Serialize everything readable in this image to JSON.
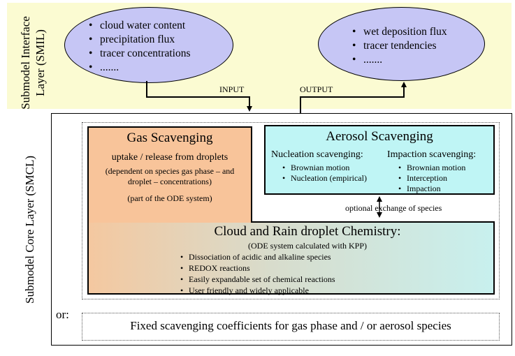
{
  "smil": {
    "label_line1": "Submodel Interface",
    "label_line2": "Layer (SMIL)",
    "input_items": [
      "cloud water content",
      "precipitation flux",
      "tracer concentrations",
      "......."
    ],
    "output_items": [
      "wet deposition flux",
      "tracer tendencies",
      "......."
    ],
    "input_label": "INPUT",
    "output_label": "OUTPUT"
  },
  "smcl": {
    "label": "Submodel Core Layer (SMCL)",
    "gas": {
      "title": "Gas Scavenging",
      "subtitle": "uptake / release from droplets",
      "detail_line1": "(dependent on species gas phase – and",
      "detail_line2": "droplet – concentrations)",
      "note": "(part of the ODE system)"
    },
    "aerosol": {
      "title": "Aerosol Scavenging",
      "nucleation_title": "Nucleation scavenging:",
      "nucleation_items": [
        "Brownian motion",
        "Nucleation (empirical)"
      ],
      "impaction_title": "Impaction scavenging:",
      "impaction_items": [
        "Brownian motion",
        "Interception",
        "Impaction"
      ]
    },
    "exchange_label": "optional exchange of species",
    "chemistry": {
      "title": "Cloud and Rain droplet Chemistry:",
      "subtitle": "(ODE system calculated with KPP)",
      "items": [
        "Dissociation of acidic and alkaline species",
        "REDOX reactions",
        "Easily expandable set of chemical reactions",
        "User friendly and widely applicable"
      ]
    },
    "or_label": "or:",
    "fixed_label": "Fixed scavenging coefficients for gas phase and / or aerosol species"
  },
  "colors": {
    "smil_band": "#fbfbd2",
    "ellipse": "#c6c6f5",
    "gas": "#f8c49a",
    "aerosol": "#bff5f5"
  }
}
